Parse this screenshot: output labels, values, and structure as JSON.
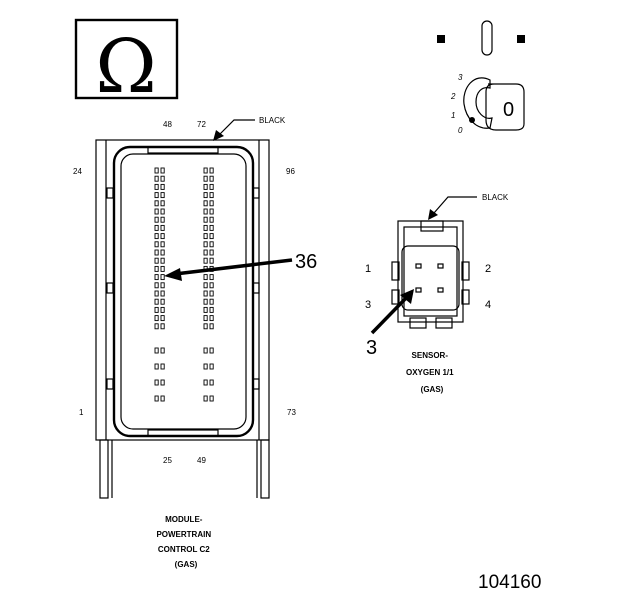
{
  "ohm_symbol": "Ω",
  "pcm": {
    "wire_color": "BLACK",
    "pin_labels": {
      "top_left": "48",
      "top_right": "72",
      "left_top": "24",
      "right_top": "96",
      "left_bottom": "1",
      "right_bottom": "73",
      "bottom_left": "25",
      "bottom_right": "49"
    },
    "callout_pin": "36",
    "caption": [
      "MODULE-",
      "POWERTRAIN",
      "CONTROL C2",
      "(GAS)"
    ]
  },
  "ignition": {
    "positions": [
      "3",
      "2",
      "1",
      "0"
    ],
    "key_label": "0"
  },
  "o2_sensor": {
    "wire_color": "BLACK",
    "pins": [
      "1",
      "2",
      "3",
      "4"
    ],
    "callout_pin": "3",
    "caption": [
      "SENSOR-",
      "OXYGEN 1/1",
      "(GAS)"
    ]
  },
  "figure_number": "104160"
}
